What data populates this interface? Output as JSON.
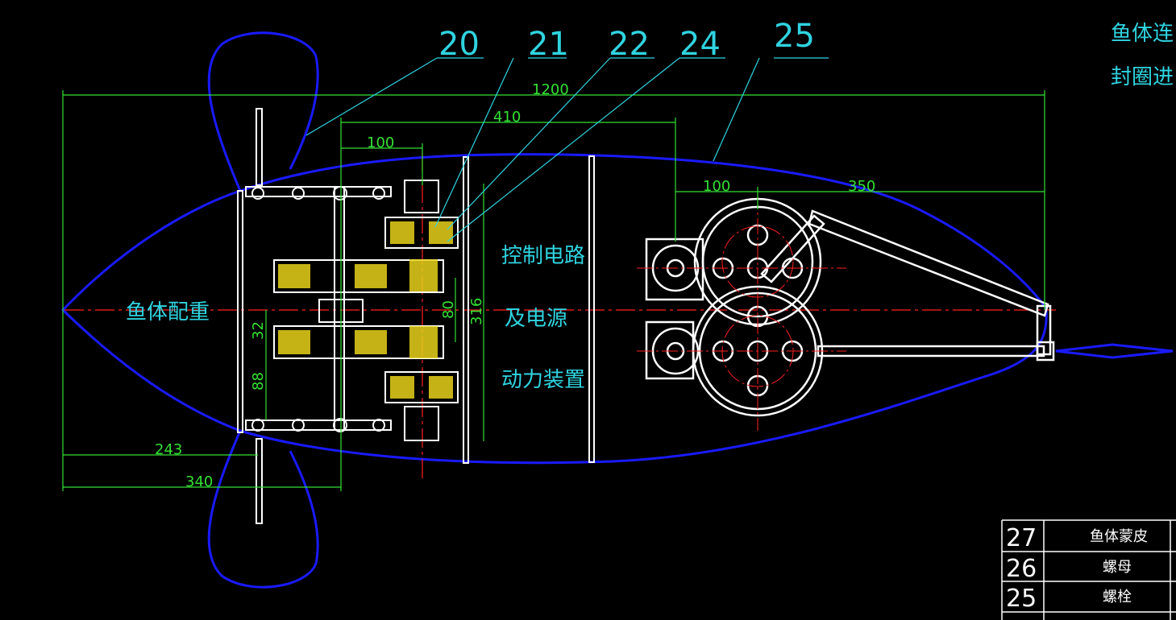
{
  "callouts": [
    "20",
    "21",
    "22",
    "24",
    "25"
  ],
  "dimensions": {
    "overall_length": "1200",
    "d410": "410",
    "d100_left": "100",
    "d100_right": "100",
    "d350": "350",
    "d243": "243",
    "d340": "340",
    "d32": "32",
    "d88": "88",
    "d80": "80",
    "d316": "316"
  },
  "labels": {
    "counterweight": "鱼体配重",
    "control_line1": "控制电路",
    "control_line2": "及电源",
    "control_line3": "动力装置"
  },
  "notes": {
    "line1": "鱼体连",
    "line2": "封圈进"
  },
  "parts_table": [
    {
      "num": "27",
      "name": "鱼体蒙皮"
    },
    {
      "num": "26",
      "name": "螺母"
    },
    {
      "num": "25",
      "name": "螺栓"
    }
  ],
  "colors": {
    "outline": "#1a1aff",
    "dimension": "#34e034",
    "text": "#2fd4e0",
    "centerline": "#ff2020",
    "hatch": "#e8d21a",
    "parts": "#ffffff"
  }
}
